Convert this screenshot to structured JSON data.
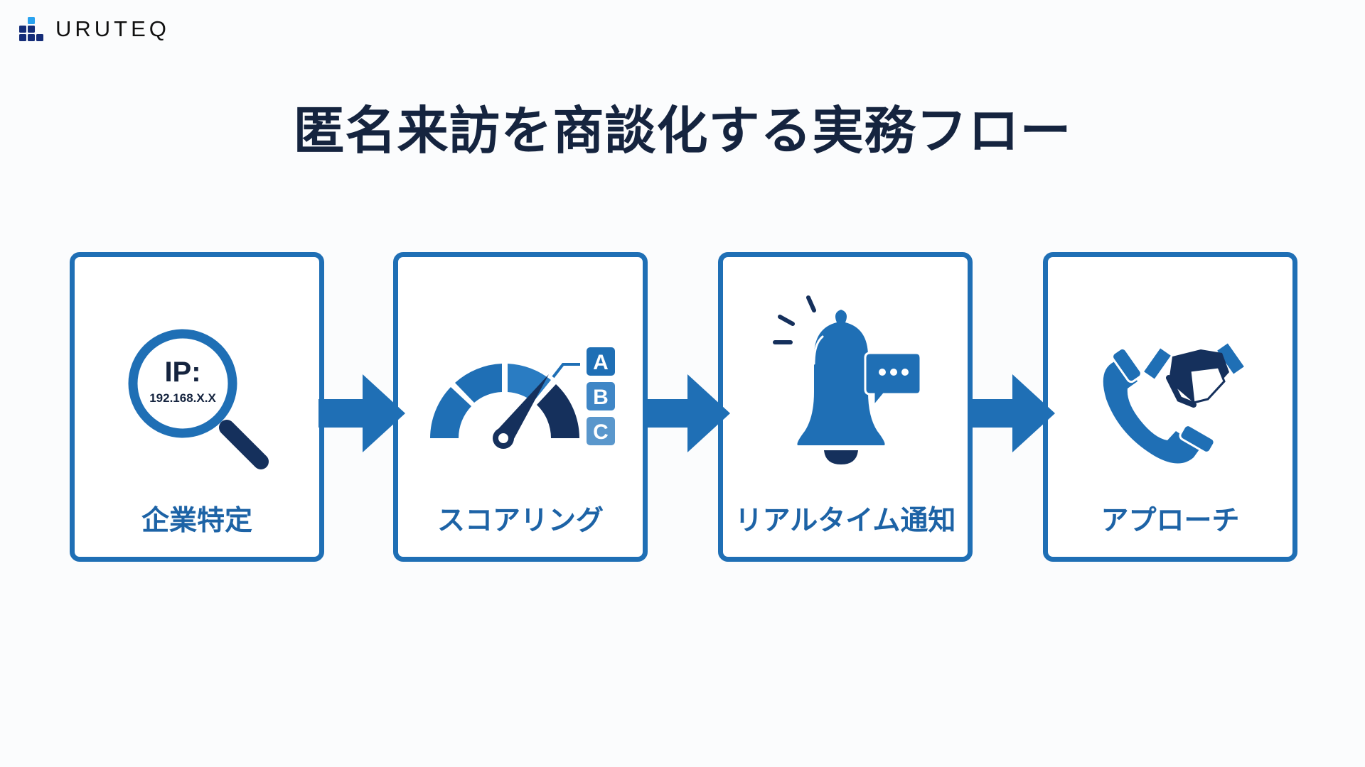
{
  "brand": {
    "name": "URUTEQ"
  },
  "title": "匿名来訪を商談化する実務フロー",
  "colors": {
    "primary": "#1f6fb5",
    "dark": "#15305c",
    "light": "#4a8ac4"
  },
  "steps": [
    {
      "label": "企業特定",
      "icon": "magnifier-ip-icon",
      "ip_label": "IP:",
      "ip_value": "192.168.X.X"
    },
    {
      "label": "スコアリング",
      "icon": "gauge-icon",
      "grades": [
        "A",
        "B",
        "C"
      ]
    },
    {
      "label": "リアルタイム通知",
      "icon": "bell-chat-icon"
    },
    {
      "label": "アプローチ",
      "icon": "phone-handshake-icon"
    }
  ]
}
